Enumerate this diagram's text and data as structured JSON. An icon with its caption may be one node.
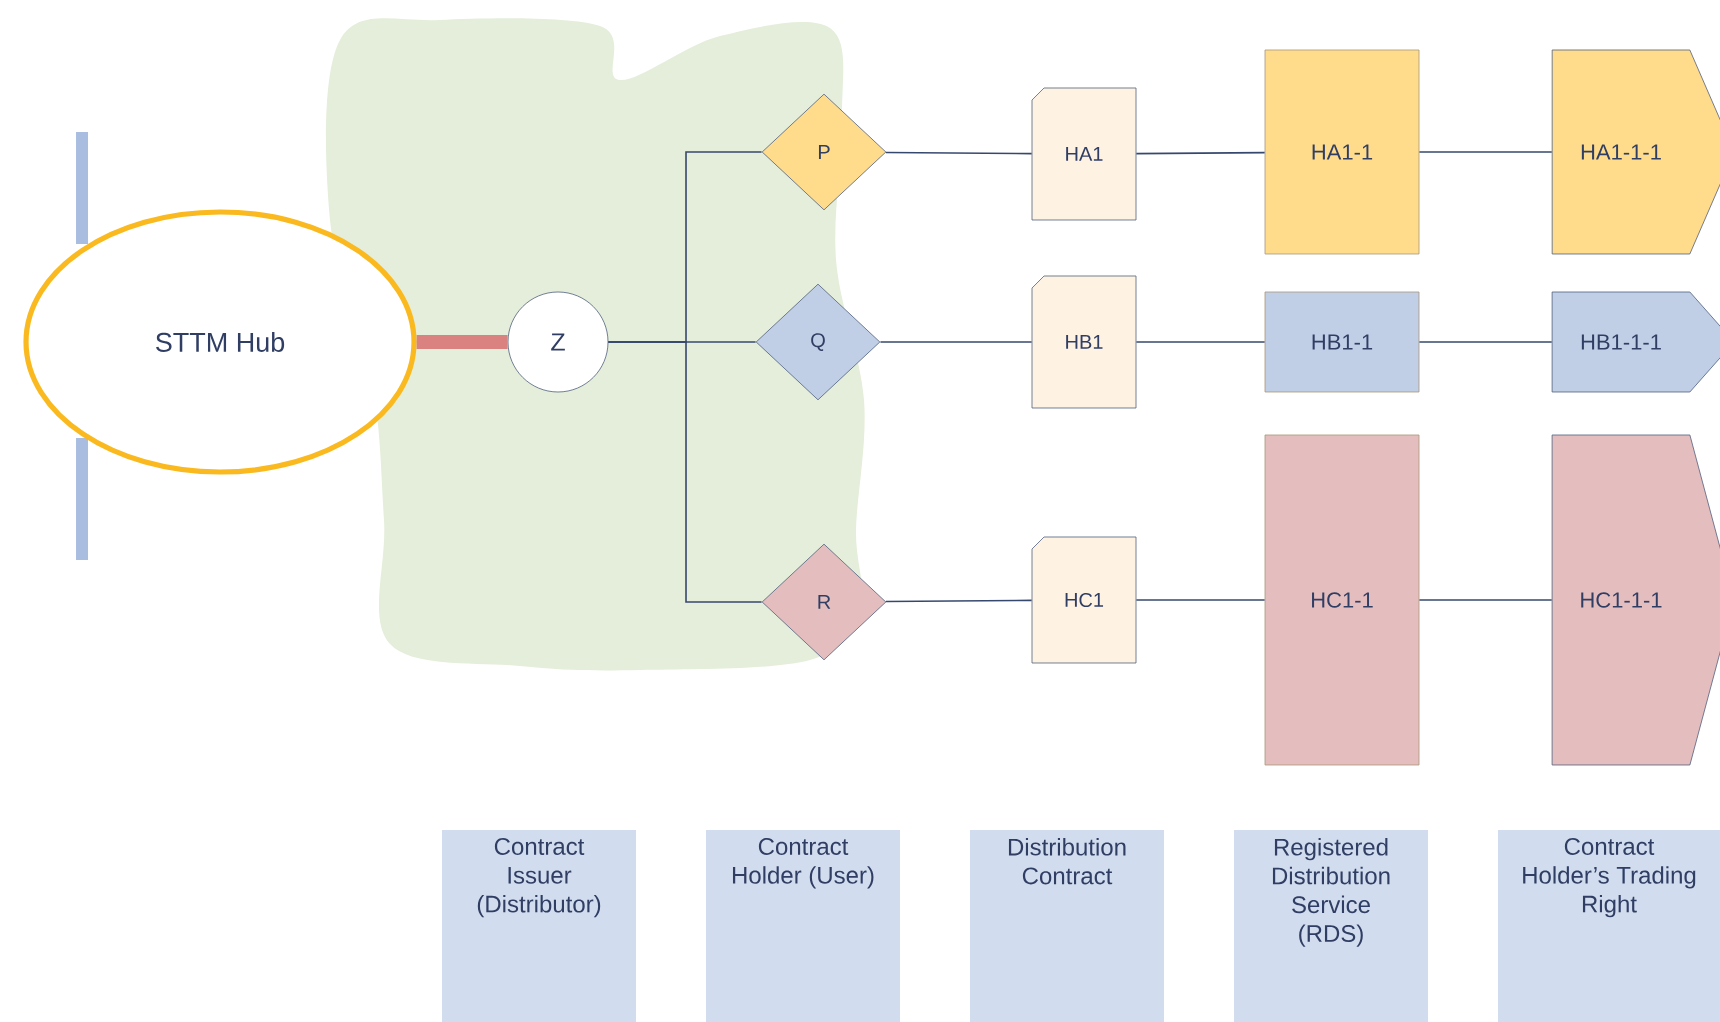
{
  "diagram": {
    "nodes": [
      {
        "text": [
          "STTM Hub"
        ]
      },
      {
        "text": [
          "Z"
        ]
      },
      {
        "text": [
          "P"
        ]
      },
      {
        "text": [
          "Q"
        ]
      },
      {
        "text": [
          "R"
        ]
      },
      {
        "text": [
          "HA1"
        ]
      },
      {
        "text": [
          "HB1"
        ]
      },
      {
        "text": [
          "HC1"
        ]
      },
      {
        "text": [
          "HA1-1"
        ]
      },
      {
        "text": [
          "HB1-1"
        ]
      },
      {
        "text": [
          "HC1-1"
        ]
      },
      {
        "text": [
          "HA1-1-1"
        ]
      },
      {
        "text": [
          "HB1-1-1"
        ]
      },
      {
        "text": [
          "HC1-1-1"
        ]
      },
      {
        "text": [
          "Contract Issuer (Distributor)"
        ]
      },
      {
        "text": [
          "Contract Holder (User)"
        ]
      },
      {
        "text": [
          "Distribution Contract"
        ]
      },
      {
        "text": [
          "Registered Distribution Service (RDS)"
        ]
      },
      {
        "text": [
          "Contract Holder’s Trading Right"
        ]
      }
    ],
    "edges": [
      {
        "from": 0,
        "to": 1,
        "arrow": "none",
        "style": "thick",
        "color": "#d9827f"
      },
      {
        "from": 1,
        "to": 2,
        "arrow": "none"
      },
      {
        "from": 1,
        "to": 3,
        "arrow": "none"
      },
      {
        "from": 1,
        "to": 4,
        "arrow": "none"
      },
      {
        "from": 2,
        "to": 5,
        "arrow": "none"
      },
      {
        "from": 3,
        "to": 6,
        "arrow": "none"
      },
      {
        "from": 4,
        "to": 7,
        "arrow": "none"
      },
      {
        "from": 5,
        "to": 8,
        "arrow": "none"
      },
      {
        "from": 6,
        "to": 9,
        "arrow": "none"
      },
      {
        "from": 7,
        "to": 10,
        "arrow": "none"
      },
      {
        "from": 8,
        "to": 11,
        "arrow": "none"
      },
      {
        "from": 9,
        "to": 12,
        "arrow": "none"
      },
      {
        "from": 10,
        "to": 13,
        "arrow": "none"
      }
    ]
  }
}
